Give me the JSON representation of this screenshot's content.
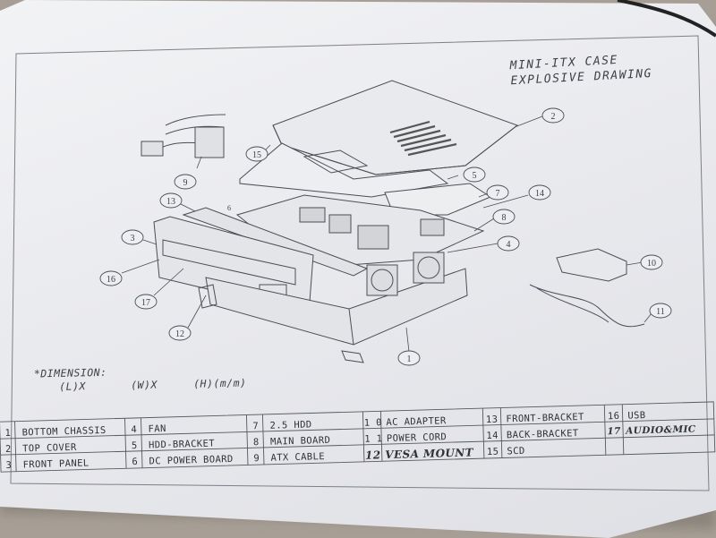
{
  "title": {
    "line1": "MINI-ITX CASE",
    "line2": "EXPLOSIVE DRAWING"
  },
  "dimension": {
    "label": "*DIMENSION:",
    "l": "(L)X",
    "w": "(W)X",
    "h": "(H)(m/m)"
  },
  "callouts": [
    "1",
    "2",
    "3",
    "4",
    "5",
    "6",
    "7",
    "8",
    "9",
    "10",
    "11",
    "12",
    "13",
    "14",
    "15",
    "16",
    "17"
  ],
  "parts": [
    {
      "num": "1",
      "name": "BOTTOM CHASSIS"
    },
    {
      "num": "2",
      "name": "TOP COVER"
    },
    {
      "num": "3",
      "name": "FRONT PANEL"
    },
    {
      "num": "4",
      "name": "FAN"
    },
    {
      "num": "5",
      "name": "HDD-BRACKET"
    },
    {
      "num": "6",
      "name": "DC POWER BOARD"
    },
    {
      "num": "7",
      "name": "2.5   HDD"
    },
    {
      "num": "8",
      "name": "MAIN BOARD"
    },
    {
      "num": "9",
      "name": "ATX CABLE"
    },
    {
      "num": "1 0",
      "name": "AC ADAPTER"
    },
    {
      "num": "1 1",
      "name": "POWER CORD"
    },
    {
      "num": "12",
      "name": "VESA MOUNT"
    },
    {
      "num": "13",
      "name": "FRONT-BRACKET"
    },
    {
      "num": "14",
      "name": "BACK-BRACKET"
    },
    {
      "num": "15",
      "name": "SCD"
    },
    {
      "num": "16",
      "name": "USB"
    },
    {
      "num": "17",
      "name": "AUDIO&MIC"
    }
  ]
}
